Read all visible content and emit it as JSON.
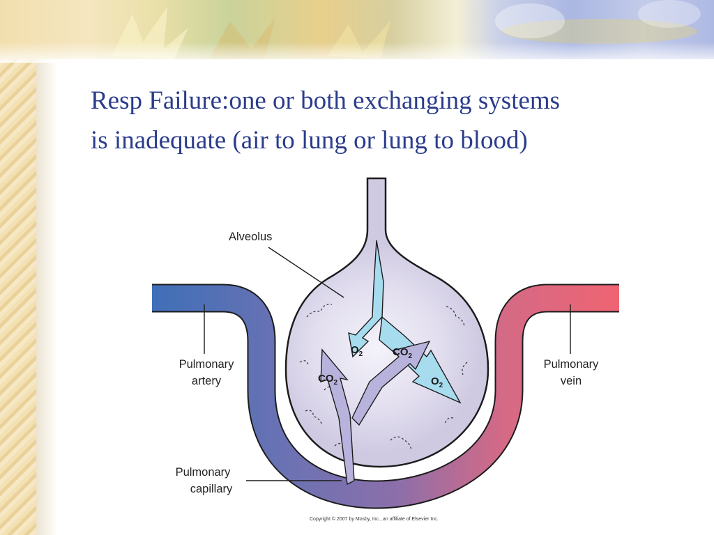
{
  "slide": {
    "title_line1": "Resp Failure:one or both exchanging systems",
    "title_line2": "is inadequate (air to lung or lung to blood)"
  },
  "diagram": {
    "labels": {
      "alveolus": "Alveolus",
      "pulmonary_artery_line1": "Pulmonary",
      "pulmonary_artery_line2": "artery",
      "pulmonary_vein_line1": "Pulmonary",
      "pulmonary_vein_line2": "vein",
      "pulmonary_capillary_line1": "Pulmonary",
      "pulmonary_capillary_line2": "capillary"
    },
    "gas_labels": {
      "o2_left": {
        "main": "O",
        "sub": "2"
      },
      "co2_center": {
        "main": "CO",
        "sub": "2"
      },
      "co2_left": {
        "main": "CO",
        "sub": "2"
      },
      "o2_right": {
        "main": "O",
        "sub": "2"
      }
    },
    "copyright": "Copyright © 2007 by Mosby, Inc., an affiliate of Elsevier Inc.",
    "colors": {
      "artery": "#3f6fb7",
      "vein": "#ef6472",
      "alveolus_fill": "#dcd8ea",
      "o2_arrow": "#a7dcef",
      "co2_arrow": "#b8b3dc",
      "title": "#2b3c8c"
    }
  }
}
